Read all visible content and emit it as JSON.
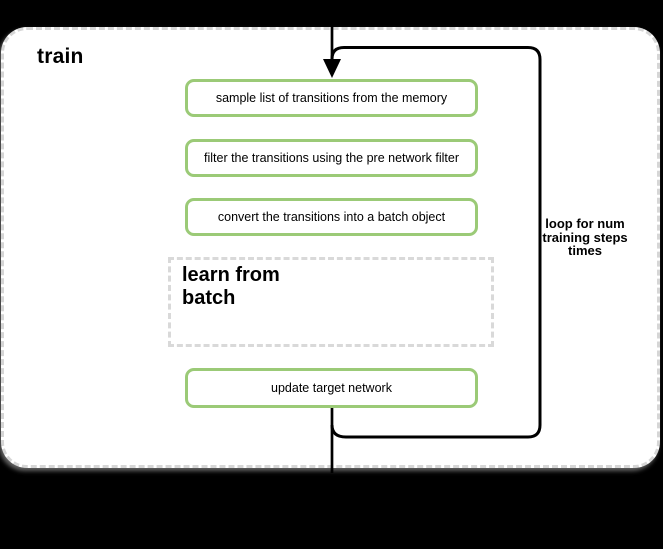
{
  "diagram": {
    "title": "train",
    "steps": [
      {
        "label": "sample list of transitions from the memory"
      },
      {
        "label": "filter the transitions using the pre network filter"
      },
      {
        "label": "convert the transitions into a batch object"
      }
    ],
    "subprocess": {
      "label": "learn from\nbatch"
    },
    "final_step": {
      "label": "update target network"
    },
    "loop_label": "loop for num\ntraining steps\ntimes"
  },
  "colors": {
    "background": "#000000",
    "panel_fill": "#ffffff",
    "panel_border": "#d6d6d6",
    "step_border": "#9bca77",
    "subprocess_border": "#d9d9d9",
    "connector": "#000000",
    "text": "#000000"
  }
}
